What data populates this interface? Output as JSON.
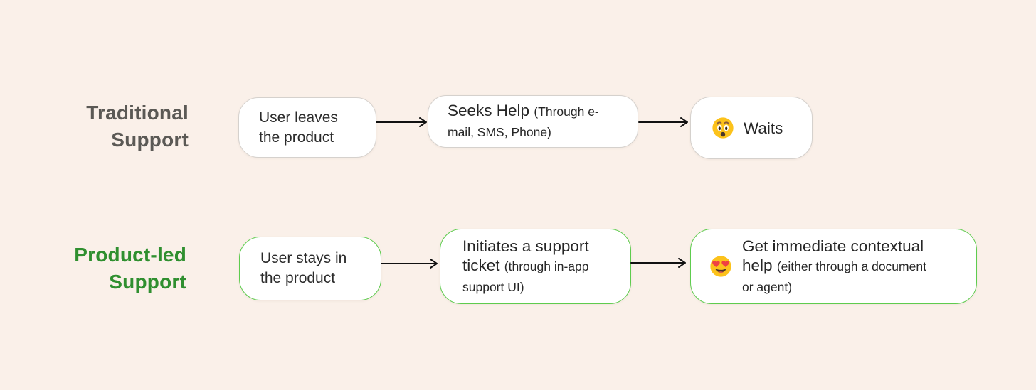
{
  "page": {
    "background_color": "#faf0e9",
    "arrow_color": "#111111",
    "box_background": "#ffffff"
  },
  "rows": [
    {
      "label": "Traditional Support",
      "label_color": "#5b5955",
      "box_border_color": "#d5d1cd",
      "steps": [
        {
          "title": "User leaves the product"
        },
        {
          "title": "Seeks Help",
          "note": "(Through e-mail, SMS, Phone)"
        },
        {
          "emoji": "anguished-face-emoji",
          "title": "Waits"
        }
      ]
    },
    {
      "label": "Product-led Support",
      "label_color": "#2f8f2f",
      "box_border_color": "#5ecc4e",
      "steps": [
        {
          "title": "User stays in the product"
        },
        {
          "title": "Initiates a support ticket",
          "note": "(through in-app support UI)"
        },
        {
          "emoji": "heart-eyes-emoji",
          "title": "Get immediate contextual help",
          "note": "(either through a document or agent)"
        }
      ]
    }
  ]
}
